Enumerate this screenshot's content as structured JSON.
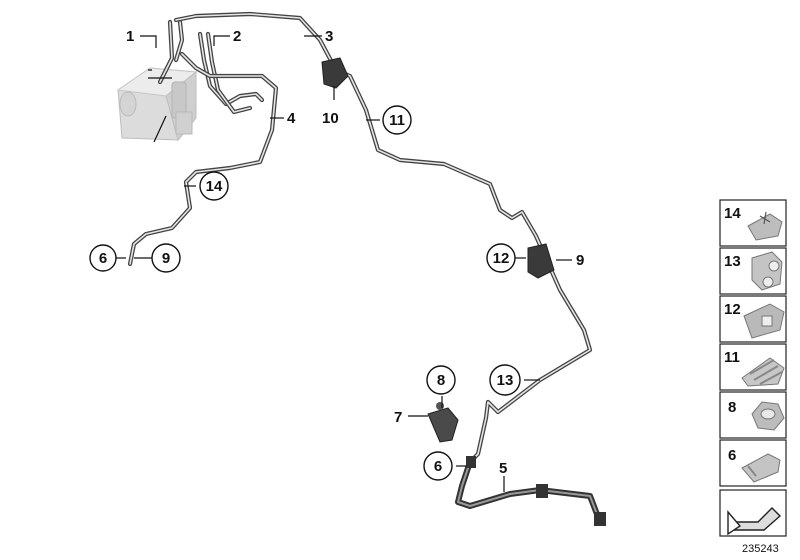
{
  "diagram": {
    "callouts": [
      "1",
      "2",
      "3",
      "4",
      "5",
      "6",
      "7",
      "8",
      "9",
      "10",
      "11",
      "12",
      "13",
      "14"
    ],
    "callout_6_left": "6",
    "callout_9_left": "9",
    "callout_14_mid": "14",
    "callout_12_mid": "12",
    "callout_9_right": "9",
    "callout_13_mid": "13",
    "callout_6_low": "6",
    "callout_10": "10",
    "callout_11": "11",
    "callout_8": "8",
    "callout_7": "7",
    "callout_5": "5",
    "callout_4": "4"
  },
  "legend": {
    "items": [
      "14",
      "13",
      "12",
      "11",
      "8",
      "6"
    ]
  },
  "reference_number": "235243"
}
